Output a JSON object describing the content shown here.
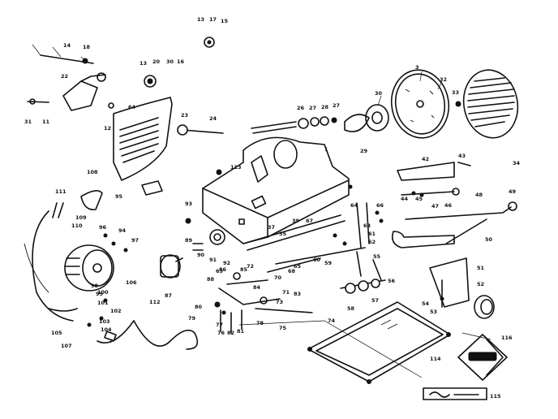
{
  "callouts": [
    {
      "id": "c13a",
      "text": "13"
    },
    {
      "id": "c17a",
      "text": "17"
    },
    {
      "id": "c15a",
      "text": "15"
    },
    {
      "id": "c14a",
      "text": "14"
    },
    {
      "id": "c18a",
      "text": "18"
    },
    {
      "id": "c20",
      "text": "20"
    },
    {
      "id": "c22",
      "text": "22"
    },
    {
      "id": "c31",
      "text": "31"
    },
    {
      "id": "c11",
      "text": "11"
    },
    {
      "id": "c13b",
      "text": "13"
    },
    {
      "id": "c30a",
      "text": "30"
    },
    {
      "id": "c16",
      "text": "16"
    },
    {
      "id": "c12",
      "text": "12"
    },
    {
      "id": "c64",
      "text": "64"
    },
    {
      "id": "c23",
      "text": "23"
    },
    {
      "id": "c24",
      "text": "24"
    },
    {
      "id": "c26",
      "text": "26"
    },
    {
      "id": "c27a",
      "text": "27"
    },
    {
      "id": "c28",
      "text": "28"
    },
    {
      "id": "c27b",
      "text": "27"
    },
    {
      "id": "c30b",
      "text": "30"
    },
    {
      "id": "c3",
      "text": "3"
    },
    {
      "id": "c32",
      "text": "32"
    },
    {
      "id": "c33",
      "text": "33"
    },
    {
      "id": "c29",
      "text": "29"
    },
    {
      "id": "c42",
      "text": "42"
    },
    {
      "id": "c43",
      "text": "43"
    },
    {
      "id": "c34",
      "text": "34"
    },
    {
      "id": "c1",
      "text": "1"
    },
    {
      "id": "c108",
      "text": "108"
    },
    {
      "id": "c113",
      "text": "113"
    },
    {
      "id": "c111",
      "text": "111"
    },
    {
      "id": "c109",
      "text": "109"
    },
    {
      "id": "c110",
      "text": "110"
    },
    {
      "id": "c95",
      "text": "95"
    },
    {
      "id": "c93",
      "text": "93"
    },
    {
      "id": "c44",
      "text": "44"
    },
    {
      "id": "c45",
      "text": "45"
    },
    {
      "id": "c46",
      "text": "46"
    },
    {
      "id": "c48",
      "text": "48"
    },
    {
      "id": "c49",
      "text": "49"
    },
    {
      "id": "c47",
      "text": "47"
    },
    {
      "id": "c66",
      "text": "66"
    },
    {
      "id": "c64b",
      "text": "64"
    },
    {
      "id": "c63",
      "text": "63"
    },
    {
      "id": "c67",
      "text": "67"
    },
    {
      "id": "c39",
      "text": "39"
    },
    {
      "id": "c61",
      "text": "61"
    },
    {
      "id": "c62",
      "text": "62"
    },
    {
      "id": "c65",
      "text": "65"
    },
    {
      "id": "c60",
      "text": "60"
    },
    {
      "id": "c59",
      "text": "59"
    },
    {
      "id": "c58",
      "text": "58"
    },
    {
      "id": "c57",
      "text": "57"
    },
    {
      "id": "c56",
      "text": "56"
    },
    {
      "id": "c55",
      "text": "55"
    },
    {
      "id": "c54",
      "text": "54"
    },
    {
      "id": "c53",
      "text": "53"
    },
    {
      "id": "c52",
      "text": "52"
    },
    {
      "id": "c51",
      "text": "51"
    },
    {
      "id": "c50",
      "text": "50"
    },
    {
      "id": "c96",
      "text": "96"
    },
    {
      "id": "c97",
      "text": "97"
    },
    {
      "id": "c94",
      "text": "94"
    },
    {
      "id": "c98",
      "text": "98"
    },
    {
      "id": "c99",
      "text": "99"
    },
    {
      "id": "c100",
      "text": "100"
    },
    {
      "id": "c101",
      "text": "101"
    },
    {
      "id": "c102",
      "text": "102"
    },
    {
      "id": "c103",
      "text": "103"
    },
    {
      "id": "c104",
      "text": "104"
    },
    {
      "id": "c105",
      "text": "105"
    },
    {
      "id": "c106",
      "text": "106"
    },
    {
      "id": "c107",
      "text": "107"
    },
    {
      "id": "c92",
      "text": "92"
    },
    {
      "id": "c91",
      "text": "91"
    },
    {
      "id": "c90",
      "text": "90"
    },
    {
      "id": "c89",
      "text": "89"
    },
    {
      "id": "c88",
      "text": "88"
    },
    {
      "id": "c87",
      "text": "87"
    },
    {
      "id": "c86",
      "text": "86"
    },
    {
      "id": "c85",
      "text": "85"
    },
    {
      "id": "c84",
      "text": "84"
    },
    {
      "id": "c83",
      "text": "83"
    },
    {
      "id": "c82",
      "text": "82"
    },
    {
      "id": "c81",
      "text": "81"
    },
    {
      "id": "c80",
      "text": "80"
    },
    {
      "id": "c79",
      "text": "79"
    },
    {
      "id": "c78",
      "text": "78"
    },
    {
      "id": "c77",
      "text": "77"
    },
    {
      "id": "c76",
      "text": "76"
    },
    {
      "id": "c75",
      "text": "75"
    },
    {
      "id": "c74",
      "text": "74"
    },
    {
      "id": "c73",
      "text": "73"
    },
    {
      "id": "c72",
      "text": "72"
    },
    {
      "id": "c71",
      "text": "71"
    },
    {
      "id": "c70",
      "text": "70"
    },
    {
      "id": "c69",
      "text": "69"
    },
    {
      "id": "c68",
      "text": "68"
    },
    {
      "id": "c112",
      "text": "112"
    },
    {
      "id": "c114",
      "text": "114"
    },
    {
      "id": "c115",
      "text": "115"
    },
    {
      "id": "c116",
      "text": "116"
    },
    {
      "id": "c35",
      "text": "35"
    },
    {
      "id": "c37",
      "text": "37"
    }
  ]
}
